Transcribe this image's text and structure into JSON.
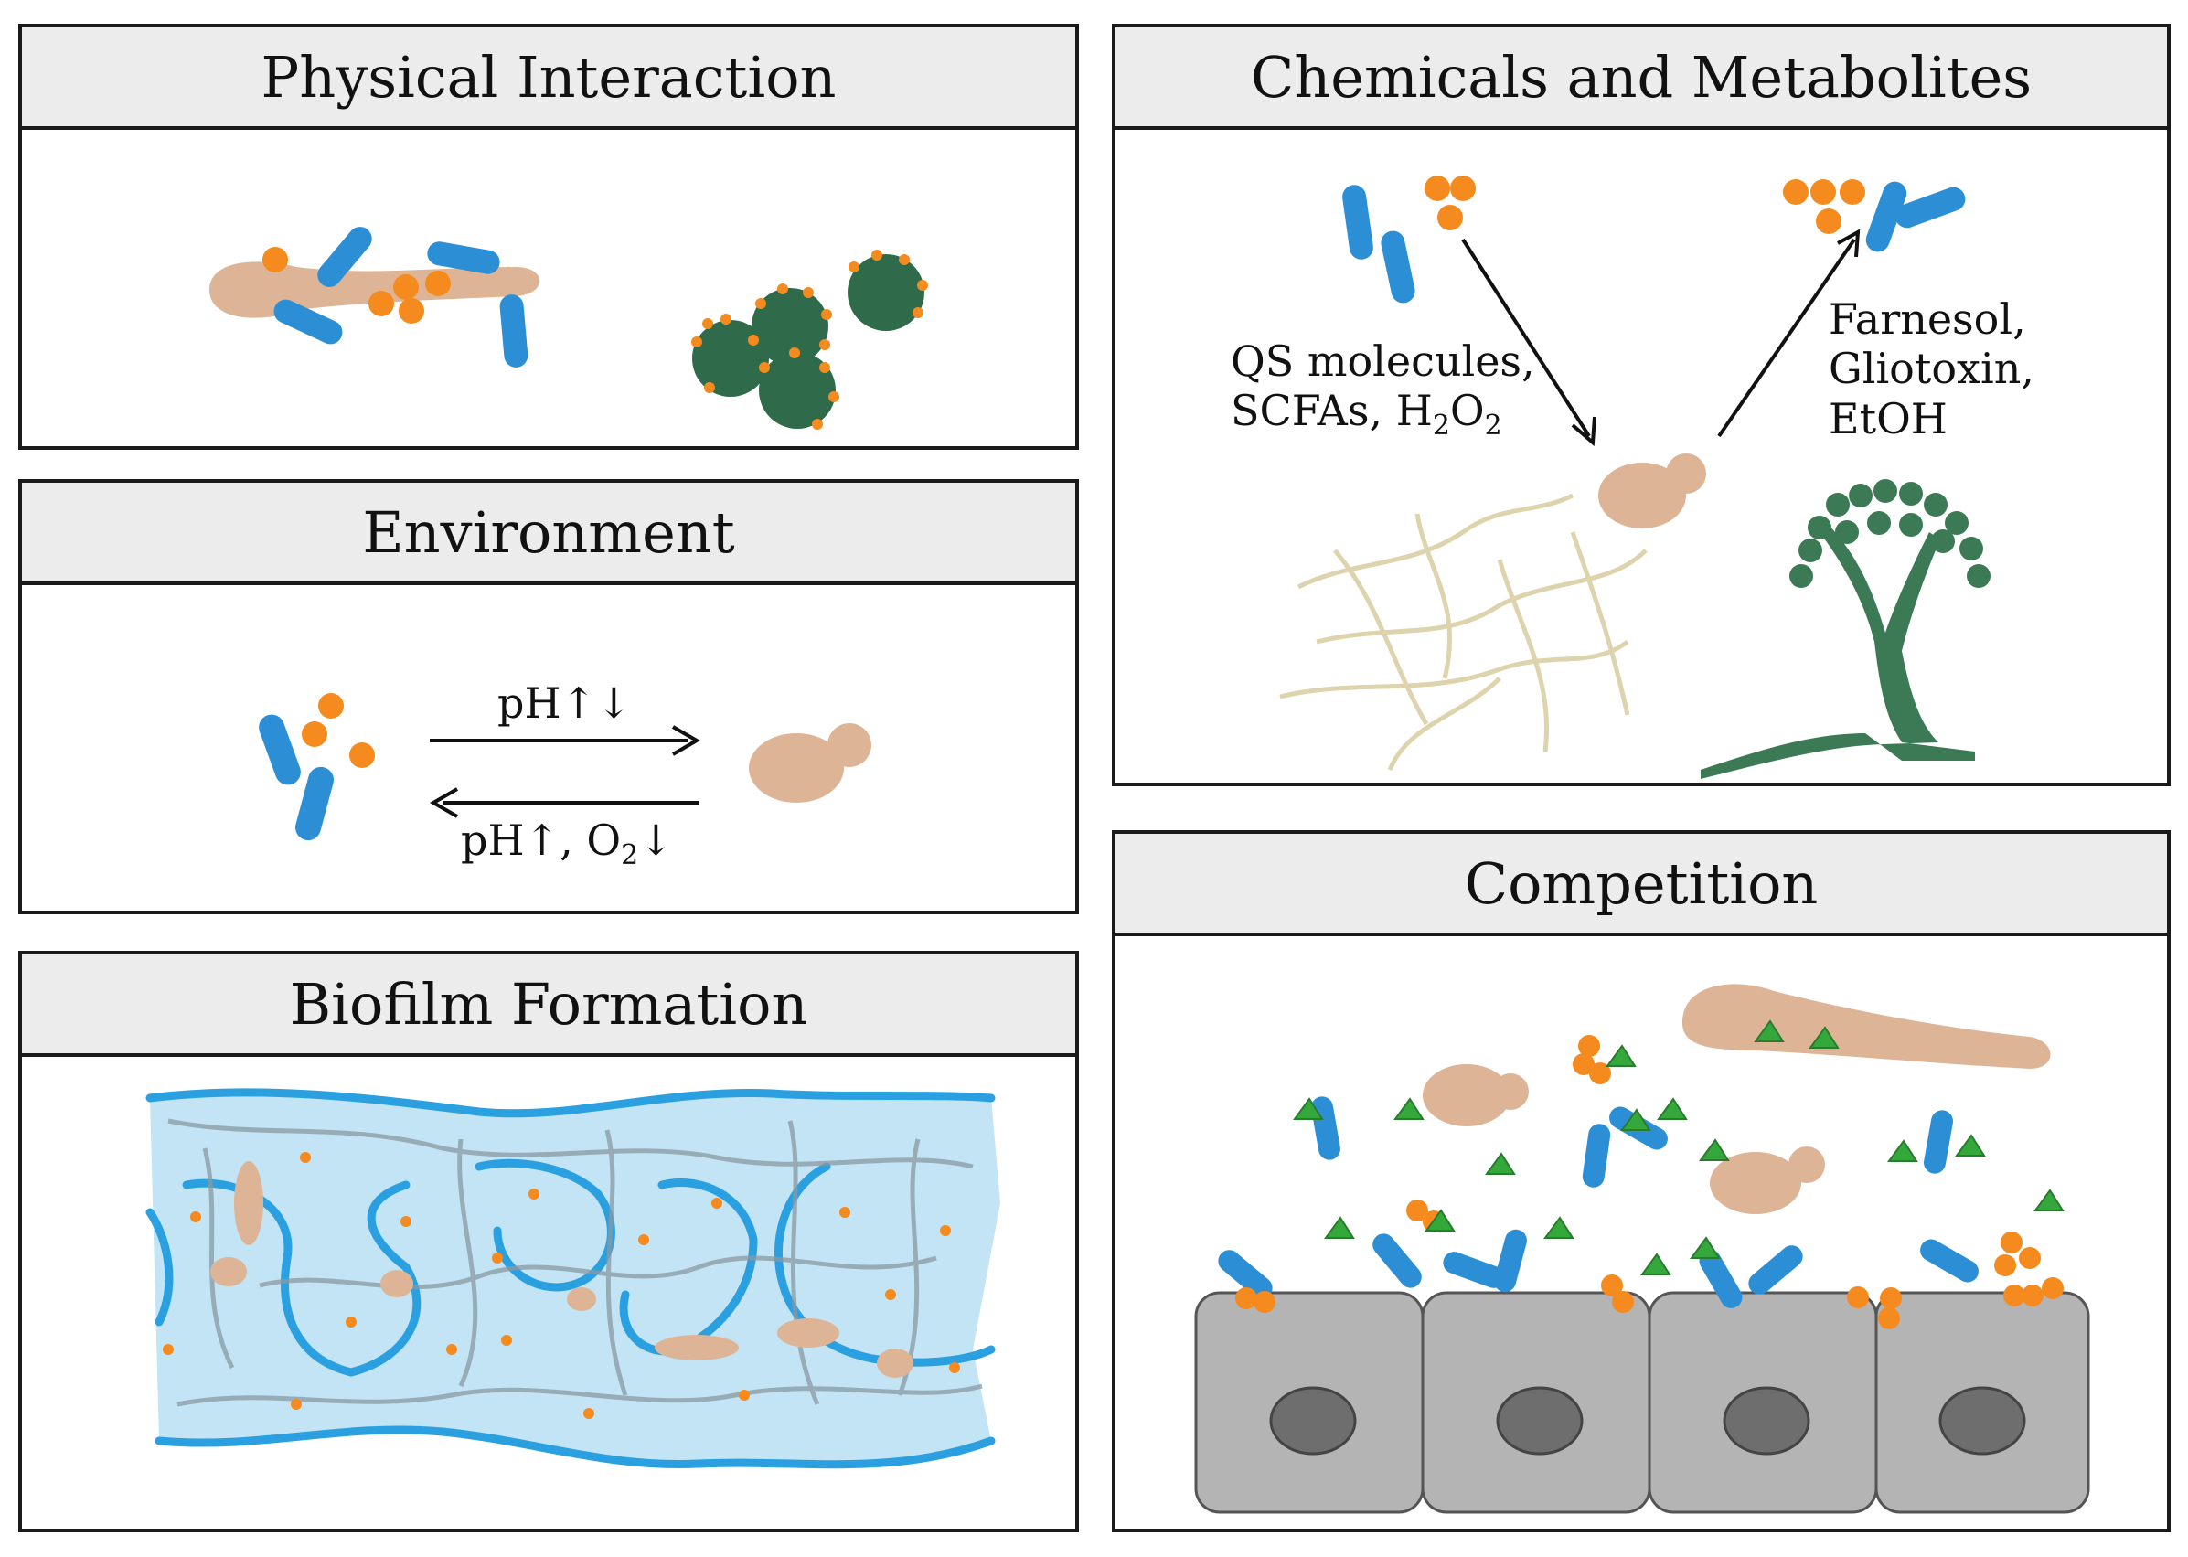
{
  "panels": {
    "physical": {
      "title": "Physical Interaction"
    },
    "environment": {
      "title": "Environment",
      "forward_label": "pH↑↓",
      "reverse_label_a": "pH↑, O",
      "reverse_label_sub": "2",
      "reverse_label_b": "↓"
    },
    "biofilm": {
      "title": "Biofilm Formation"
    },
    "chemicals": {
      "title": "Chemicals and Metabolites",
      "left_label_line1": "QS molecules,",
      "left_label_line2a": "SCFAs, H",
      "left_label_sub1": "2",
      "left_label_line2b": "O",
      "left_label_sub2": "2",
      "right_label_line1": "Farnesol,",
      "right_label_line2": "Gliotoxin,",
      "right_label_line3": "EtOH"
    },
    "competition": {
      "title": "Competition"
    }
  },
  "colors": {
    "bacteria_rod": "#2c8fd6",
    "coccus": "#f58a1f",
    "yeast": "#ddb596",
    "mold": "#3c7a56",
    "hyphae": "#ddd3ac",
    "biofilm_matrix": "#c2e4f5",
    "epithelial_cell": "#b4b4b4",
    "nucleus": "#6e6e6e",
    "antimicrobial": "#35a83c"
  },
  "icons": [
    "bacteria-rod-icon",
    "coccus-icon",
    "yeast-cell-icon",
    "mold-conidia-icon",
    "hyphae-icon",
    "epithelial-cell-icon",
    "antimicrobial-triangle-icon"
  ]
}
